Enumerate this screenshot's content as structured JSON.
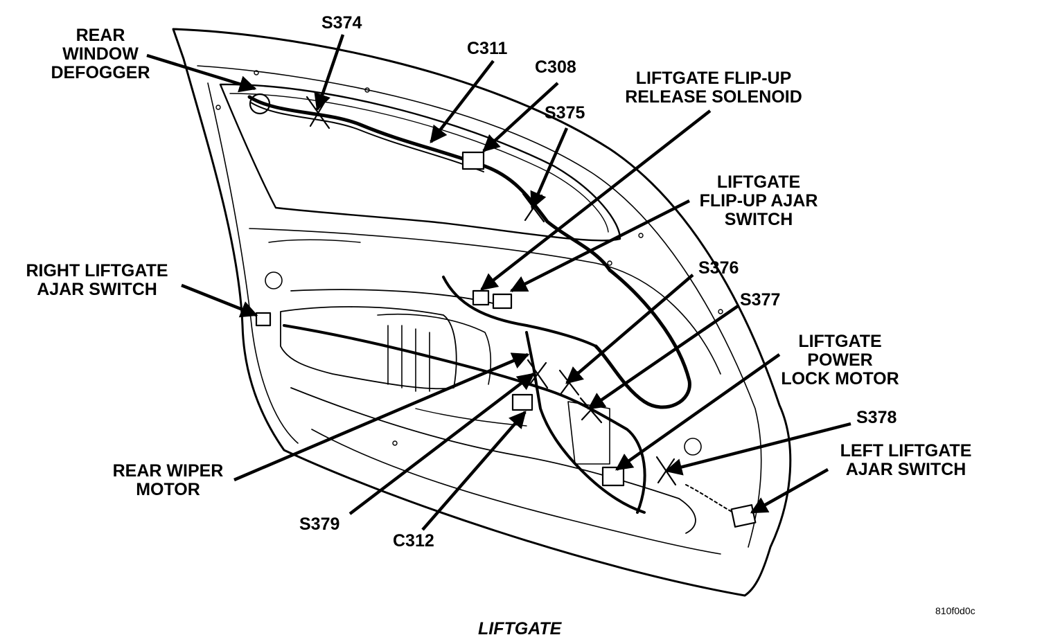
{
  "labels": {
    "rear_window_defogger": [
      "REAR",
      "WINDOW",
      "DEFOGGER"
    ],
    "s374": "S374",
    "c311": "C311",
    "c308": "C308",
    "s375": "S375",
    "flipup_release_solenoid": [
      "LIFTGATE FLIP-UP",
      "RELEASE SOLENOID"
    ],
    "flipup_ajar_switch": [
      "LIFTGATE",
      "FLIP-UP AJAR",
      "SWITCH"
    ],
    "right_liftgate_ajar_switch": [
      "RIGHT LIFTGATE",
      "AJAR SWITCH"
    ],
    "s376": "S376",
    "s377": "S377",
    "liftgate_power_lock_motor": [
      "LIFTGATE",
      "POWER",
      "LOCK MOTOR"
    ],
    "s378": "S378",
    "left_liftgate_ajar_switch": [
      "LEFT LIFTGATE",
      "AJAR SWITCH"
    ],
    "rear_wiper_motor": [
      "REAR WIPER",
      "MOTOR"
    ],
    "s379": "S379",
    "c312": "C312"
  },
  "figure_id": "810f0d0c",
  "caption": "LIFTGATE"
}
